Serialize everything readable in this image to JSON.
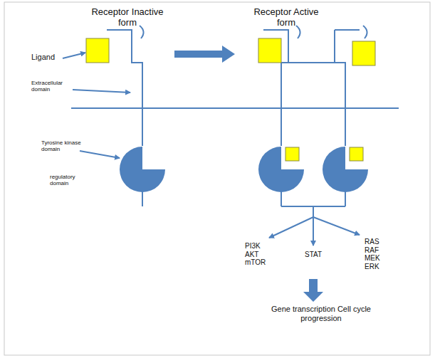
{
  "diagram": {
    "labels": [
      "Receptor Inactive form",
      "Receptor Active form",
      "Ligand",
      "Extracellular domain",
      "Tyrosine kinase domain",
      "regulatory domain",
      "PI3K AKT mTOR",
      "STAT",
      "RAS RAF MEK ERK",
      "Gene transcription Cell cycle progression"
    ]
  }
}
